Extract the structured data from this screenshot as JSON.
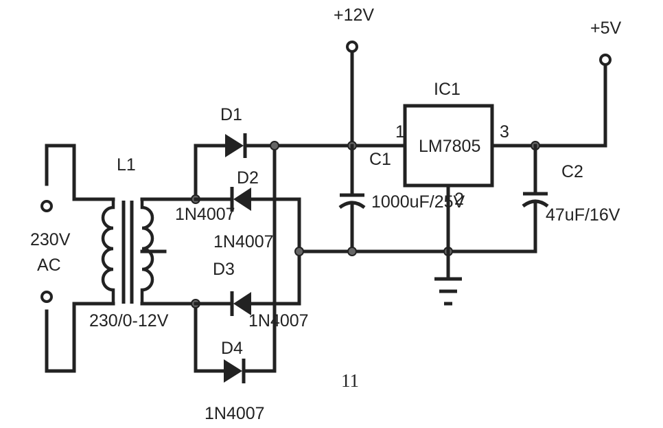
{
  "labels": {
    "v12": "+12V",
    "v5": "+5V",
    "ic1": "IC1",
    "ic_part": "LM7805",
    "pin1": "1",
    "pin2": "2",
    "pin3": "3",
    "c1": "C1",
    "c1_value": "1000uF/25V",
    "c2": "C2",
    "c2_value": "47uF/16V",
    "l1": "L1",
    "ac_volt": "230V",
    "ac": "AC",
    "transformer": "230/0-12V",
    "d1": "D1",
    "d2": "D2",
    "d3": "D3",
    "d4": "D4",
    "d2_part": "1N4007",
    "d1_part": "1N4007",
    "d3_part": "1N4007",
    "d4_part": "1N4007",
    "page_number": "11"
  }
}
